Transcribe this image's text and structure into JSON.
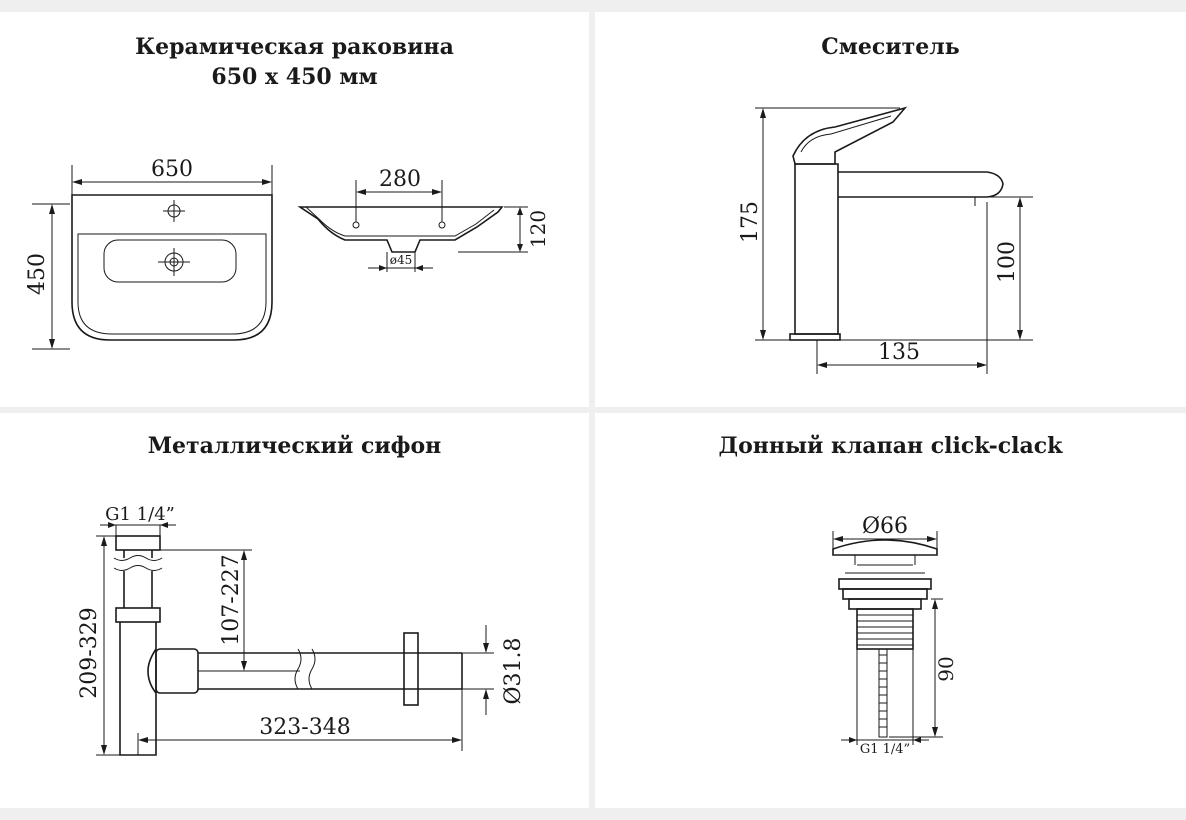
{
  "panels": {
    "sink": {
      "title_line1": "Керамическая раковина",
      "title_line2": "650 х 450 мм",
      "dim_width": "650",
      "dim_height": "450",
      "dim_holes": "280",
      "dim_depth": "120",
      "dim_drain": "ø45"
    },
    "faucet": {
      "title": "Смеситель",
      "dim_height": "175",
      "dim_spout_height": "100",
      "dim_reach": "135"
    },
    "siphon": {
      "title": "Металлический сифон",
      "dim_thread": "G1 1/4”",
      "dim_total_height": "209-329",
      "dim_inlet_height": "107-227",
      "dim_length": "323-348",
      "dim_pipe": "Ø31.8"
    },
    "drain_valve": {
      "title": "Донный клапан click-clack",
      "dim_diameter": "Ø66",
      "dim_height": "90",
      "dim_thread": "G1 1/4”"
    }
  }
}
